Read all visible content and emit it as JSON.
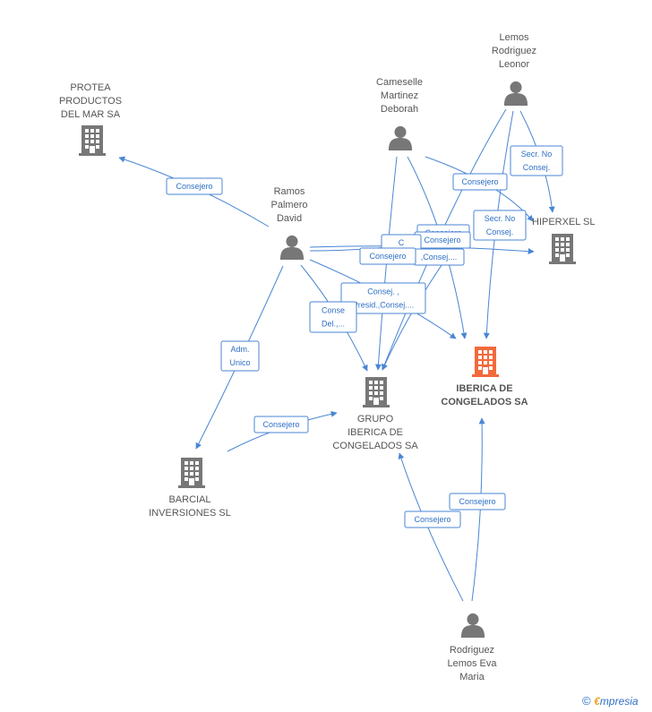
{
  "colors": {
    "edge": "#4a86d4",
    "edge_label": "#2f6fc6",
    "company": "#777777",
    "focus_company": "#f26a3c",
    "person": "#777777",
    "label": "#555555"
  },
  "nodes": [
    {
      "id": "protea",
      "type": "company",
      "lines": [
        "PROTEA",
        "PRODUCTOS",
        "DEL MAR SA"
      ]
    },
    {
      "id": "cameselle",
      "type": "person",
      "lines": [
        "Cameselle",
        "Martinez",
        "Deborah"
      ]
    },
    {
      "id": "lemos",
      "type": "person",
      "lines": [
        "Lemos",
        "Rodriguez",
        "Leonor"
      ]
    },
    {
      "id": "ramos",
      "type": "person",
      "lines": [
        "Ramos",
        "Palmero",
        "David"
      ]
    },
    {
      "id": "hiperxel",
      "type": "company",
      "lines": [
        "HIPERXEL SL"
      ]
    },
    {
      "id": "iberica",
      "type": "company",
      "focus": true,
      "lines": [
        "IBERICA DE",
        "CONGELADOS SA"
      ]
    },
    {
      "id": "grupo",
      "type": "company",
      "lines": [
        "GRUPO",
        "IBERICA DE",
        "CONGELADOS SA"
      ]
    },
    {
      "id": "barcial",
      "type": "company",
      "lines": [
        "BARCIAL",
        "INVERSIONES SL"
      ]
    },
    {
      "id": "rodriguez",
      "type": "person",
      "lines": [
        "Rodriguez",
        "Lemos Eva",
        "Maria"
      ]
    }
  ],
  "edge_labels": [
    {
      "id": "ramos-protea",
      "lines": [
        "Consejero"
      ]
    },
    {
      "id": "lemos-hiperxel",
      "lines": [
        "Secr.  No",
        "Consej."
      ]
    },
    {
      "id": "cameselle-hiperxel",
      "lines": [
        "Consejero"
      ]
    },
    {
      "id": "lemos-iberica",
      "lines": [
        "Secr.  No",
        "Consej."
      ]
    },
    {
      "id": "hidden-consejero",
      "lines": [
        "Consejero"
      ]
    },
    {
      "id": "cameselle-iberica",
      "lines": [
        "Consejero"
      ]
    },
    {
      "id": "hidden-c",
      "lines": [
        "C"
      ]
    },
    {
      "id": "ramos-grupo-consej",
      "lines": [
        ",Consej...."
      ]
    },
    {
      "id": "ramos-hiperxel",
      "lines": [
        "Consejero"
      ]
    },
    {
      "id": "ramos-iberica",
      "lines": [
        "Consej. ,",
        "Presid.,Consej...."
      ]
    },
    {
      "id": "ramos-grupo-del",
      "lines": [
        "Conse",
        "Del.,..."
      ]
    },
    {
      "id": "ramos-barcial",
      "lines": [
        "Adm.",
        "Unico"
      ]
    },
    {
      "id": "barcial-grupo",
      "lines": [
        "Consejero"
      ]
    },
    {
      "id": "rodriguez-iberica",
      "lines": [
        "Consejero"
      ]
    },
    {
      "id": "rodriguez-grupo",
      "lines": [
        "Consejero"
      ]
    }
  ],
  "footer": {
    "symbol": "©",
    "brand_initial": "€",
    "brand_rest": "mpresia"
  }
}
